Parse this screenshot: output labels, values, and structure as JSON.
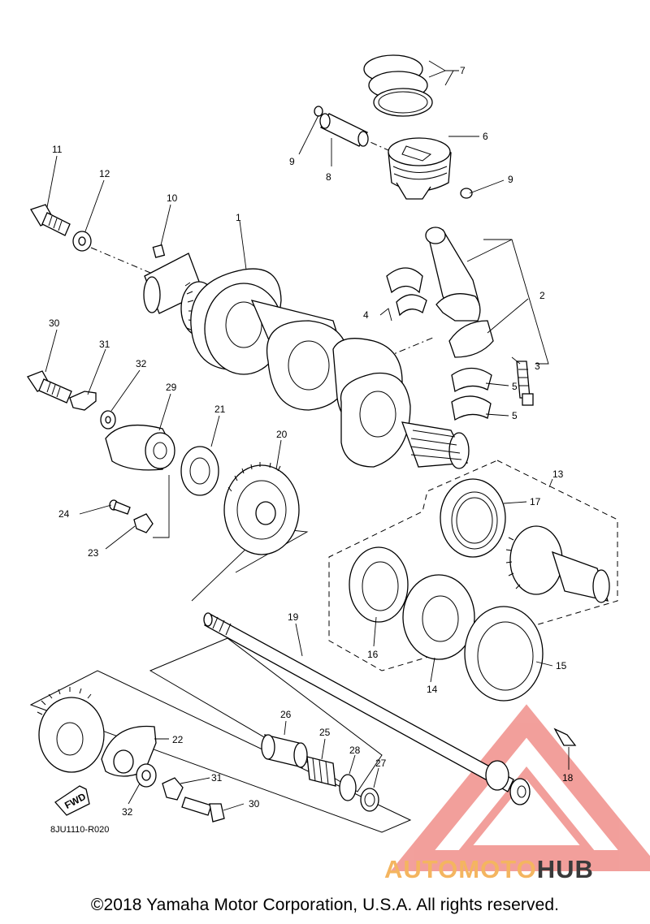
{
  "callouts": [
    {
      "id": "1",
      "label": "1"
    },
    {
      "id": "2",
      "label": "2"
    },
    {
      "id": "3",
      "label": "3"
    },
    {
      "id": "4",
      "label": "4"
    },
    {
      "id": "5a",
      "label": "5"
    },
    {
      "id": "5b",
      "label": "5"
    },
    {
      "id": "6",
      "label": "6"
    },
    {
      "id": "7",
      "label": "7"
    },
    {
      "id": "8",
      "label": "8"
    },
    {
      "id": "9a",
      "label": "9"
    },
    {
      "id": "9b",
      "label": "9"
    },
    {
      "id": "10",
      "label": "10"
    },
    {
      "id": "11",
      "label": "11"
    },
    {
      "id": "12",
      "label": "12"
    },
    {
      "id": "13",
      "label": "13"
    },
    {
      "id": "14",
      "label": "14"
    },
    {
      "id": "15",
      "label": "15"
    },
    {
      "id": "16",
      "label": "16"
    },
    {
      "id": "17",
      "label": "17"
    },
    {
      "id": "18",
      "label": "18"
    },
    {
      "id": "19",
      "label": "19"
    },
    {
      "id": "20",
      "label": "20"
    },
    {
      "id": "21",
      "label": "21"
    },
    {
      "id": "22",
      "label": "22"
    },
    {
      "id": "23",
      "label": "23"
    },
    {
      "id": "24",
      "label": "24"
    },
    {
      "id": "25",
      "label": "25"
    },
    {
      "id": "26",
      "label": "26"
    },
    {
      "id": "27",
      "label": "27"
    },
    {
      "id": "28",
      "label": "28"
    },
    {
      "id": "29",
      "label": "29"
    },
    {
      "id": "30a",
      "label": "30"
    },
    {
      "id": "30b",
      "label": "30"
    },
    {
      "id": "31a",
      "label": "31"
    },
    {
      "id": "31b",
      "label": "31"
    },
    {
      "id": "32a",
      "label": "32"
    },
    {
      "id": "32b",
      "label": "32"
    }
  ],
  "fwd_label": "FWD",
  "diagram_ref": "8JU1110-R020",
  "copyright": "©2018 Yamaha Motor Corporation, U.S.A. All rights reserved.",
  "watermark": {
    "part1": "AUTOMOTO",
    "part2": "HUB",
    "color_primary": "#f4b560",
    "color_secondary": "#3a3a3a",
    "triangle_color": "#e8524a"
  }
}
